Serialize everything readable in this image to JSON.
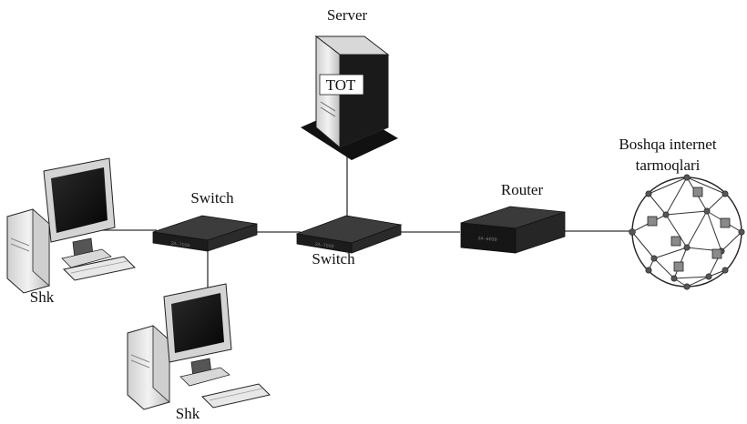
{
  "labels": {
    "server": "Server",
    "server_tag": "TOT",
    "switch_left": "Switch",
    "switch_center": "Switch",
    "router": "Router",
    "internet_line1": "Boshqa internet",
    "internet_line2": "tarmoqlari",
    "pc_left": "Shk",
    "pc_bottom": "Shk"
  },
  "device_text": {
    "switch_left_face": "2A-7O3D",
    "switch_center_face": "2A-7O3D",
    "router_face": "2A-6O3D"
  },
  "colors": {
    "line": "#333333",
    "device_top": "#3c3c3c",
    "device_front": "#1c1c1c",
    "screen": "#0d0d0d",
    "case_light": "#e4e4e4"
  },
  "icons": [
    "server-icon",
    "switch-icon",
    "router-icon",
    "pc-icon",
    "internet-cloud-icon"
  ]
}
